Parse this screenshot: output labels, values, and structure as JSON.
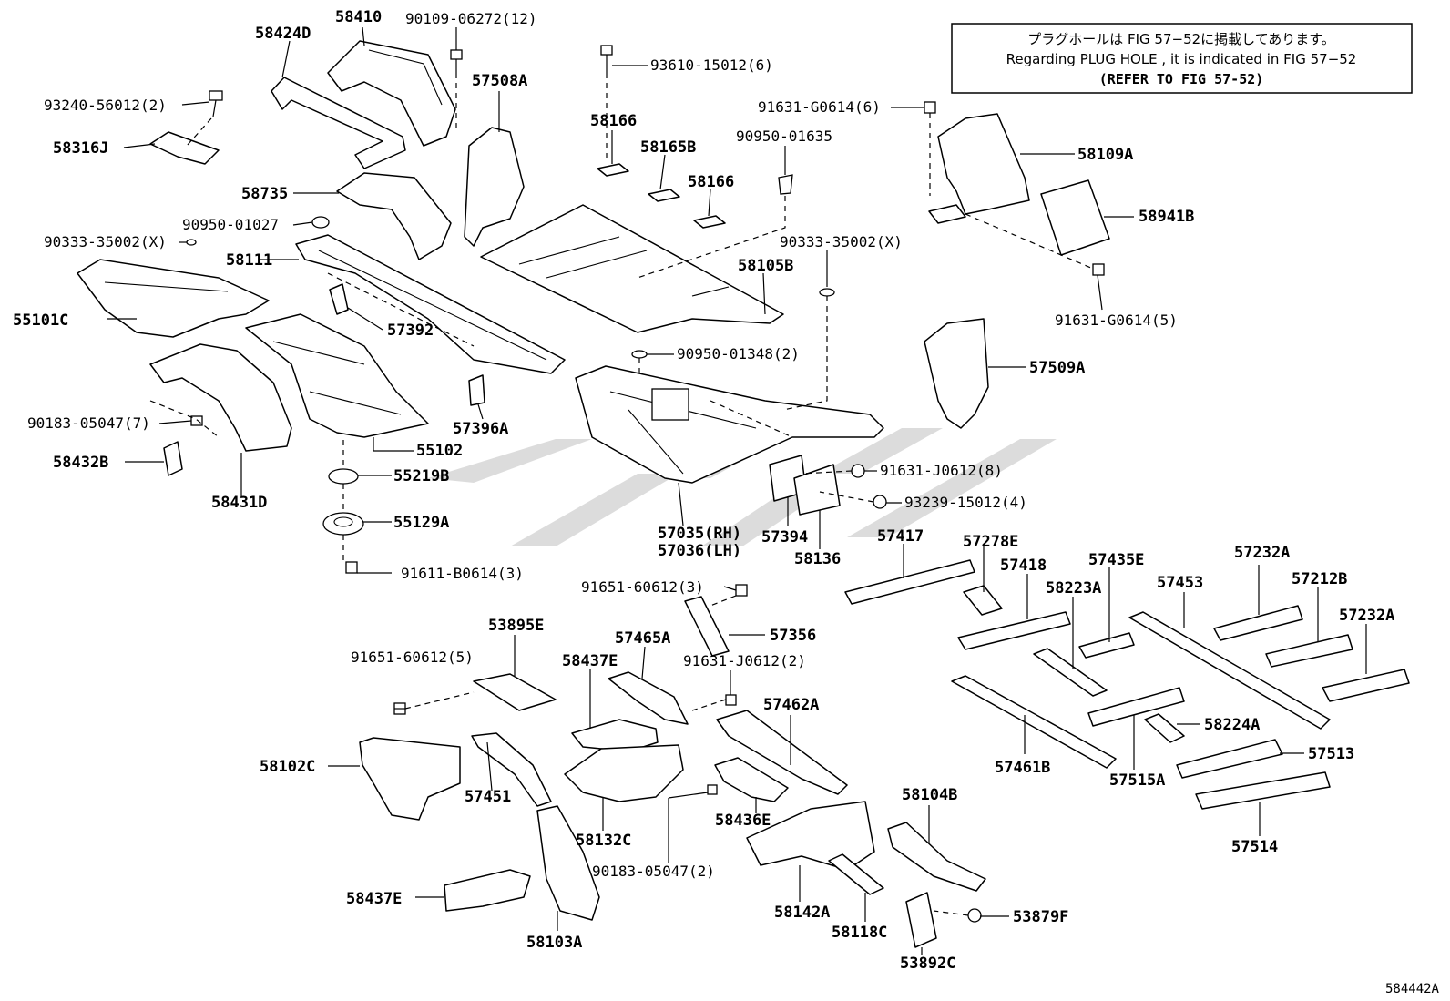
{
  "note": {
    "line1": "プラグホールは FIG 57−52に掲載してあります。",
    "line2": "Regarding PLUG HOLE , it is indicated in FIG 57−52",
    "line3": "(REFER TO FIG 57-52)"
  },
  "figure_code": "584442A",
  "labels": {
    "l58424D": "58424D",
    "l58410": "58410",
    "l90109": "90109-06272(12)",
    "l93610": "93610-15012(6)",
    "l93240": "93240-56012(2)",
    "l57508A": "57508A",
    "l58166a": "58166",
    "l58165B": "58165B",
    "l58316J": "58316J",
    "l58166b": "58166",
    "l90950_01635": "90950-01635",
    "l91631_G0614_6": "91631-G0614(6)",
    "l58109A": "58109A",
    "l58735": "58735",
    "l58941B": "58941B",
    "l90950_01027": "90950-01027",
    "l90333a": "90333-35002(X)",
    "l90333b": "90333-35002(X)",
    "l58111": "58111",
    "l58105B": "58105B",
    "l91631_G0614_5": "91631-G0614(5)",
    "l55101C": "55101C",
    "l57392": "57392",
    "l90950_01348": "90950-01348(2)",
    "l57509A": "57509A",
    "l57396A": "57396A",
    "l90183a": "90183-05047(7)",
    "l55102": "55102",
    "l58432B": "58432B",
    "l55219B": "55219B",
    "l91631_J0612_8": "91631-J0612(8)",
    "l58431D": "58431D",
    "l93239": "93239-15012(4)",
    "l55129A": "55129A",
    "l57035": "57035(RH)",
    "l57036": "57036(LH)",
    "l57394": "57394",
    "l58136": "58136",
    "l57417": "57417",
    "l57278E": "57278E",
    "l57418": "57418",
    "l57435E": "57435E",
    "l57232A_a": "57232A",
    "l91611": "91611-B0614(3)",
    "l58223A": "58223A",
    "l57453": "57453",
    "l57212B": "57212B",
    "l91651_3": "91651-60612(3)",
    "l57232A_b": "57232A",
    "l53895E": "53895E",
    "l57356": "57356",
    "l57465A": "57465A",
    "l91651_5": "91651-60612(5)",
    "l58437E_a": "58437E",
    "l91631_J0612_2": "91631-J0612(2)",
    "l58224A": "58224A",
    "l57462A": "57462A",
    "l57513": "57513",
    "l58102C": "58102C",
    "l57451": "57451",
    "l57461B": "57461B",
    "l57515A": "57515A",
    "l58132C": "58132C",
    "l58104B": "58104B",
    "l58436E": "58436E",
    "l57514": "57514",
    "l90183b": "90183-05047(2)",
    "l58437E_b": "58437E",
    "l53879F": "53879F",
    "l58142A": "58142A",
    "l58118C": "58118C",
    "l58103A": "58103A",
    "l53892C": "53892C"
  }
}
